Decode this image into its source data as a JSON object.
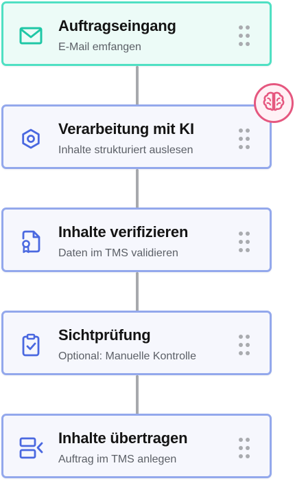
{
  "flow": {
    "steps": [
      {
        "title": "Auftragseingang",
        "subtitle": "E-Mail emfangen",
        "icon": "mail-icon",
        "kind": "trigger"
      },
      {
        "title": "Verarbeitung mit KI",
        "subtitle": "Inhalte strukturiert auslesen",
        "icon": "gear-icon",
        "kind": "action"
      },
      {
        "title": "Inhalte verifizieren",
        "subtitle": "Daten im TMS validieren",
        "icon": "document-certificate-icon",
        "kind": "action"
      },
      {
        "title": "Sichtprüfung",
        "subtitle": "Optional: Manuelle Kontrolle",
        "icon": "clipboard-check-icon",
        "kind": "action"
      },
      {
        "title": "Inhalte übertragen",
        "subtitle": "Auftrag im TMS anlegen",
        "icon": "transfer-icon",
        "kind": "action"
      }
    ],
    "ai_badge": {
      "icon": "brain-icon"
    }
  },
  "colors": {
    "trigger_border": "#4fe0c3",
    "trigger_icon": "#1fc7a6",
    "action_border": "#93a8ec",
    "action_icon": "#4a68e0",
    "connector": "#a7a9ad",
    "ai_badge": "#e5577f"
  }
}
